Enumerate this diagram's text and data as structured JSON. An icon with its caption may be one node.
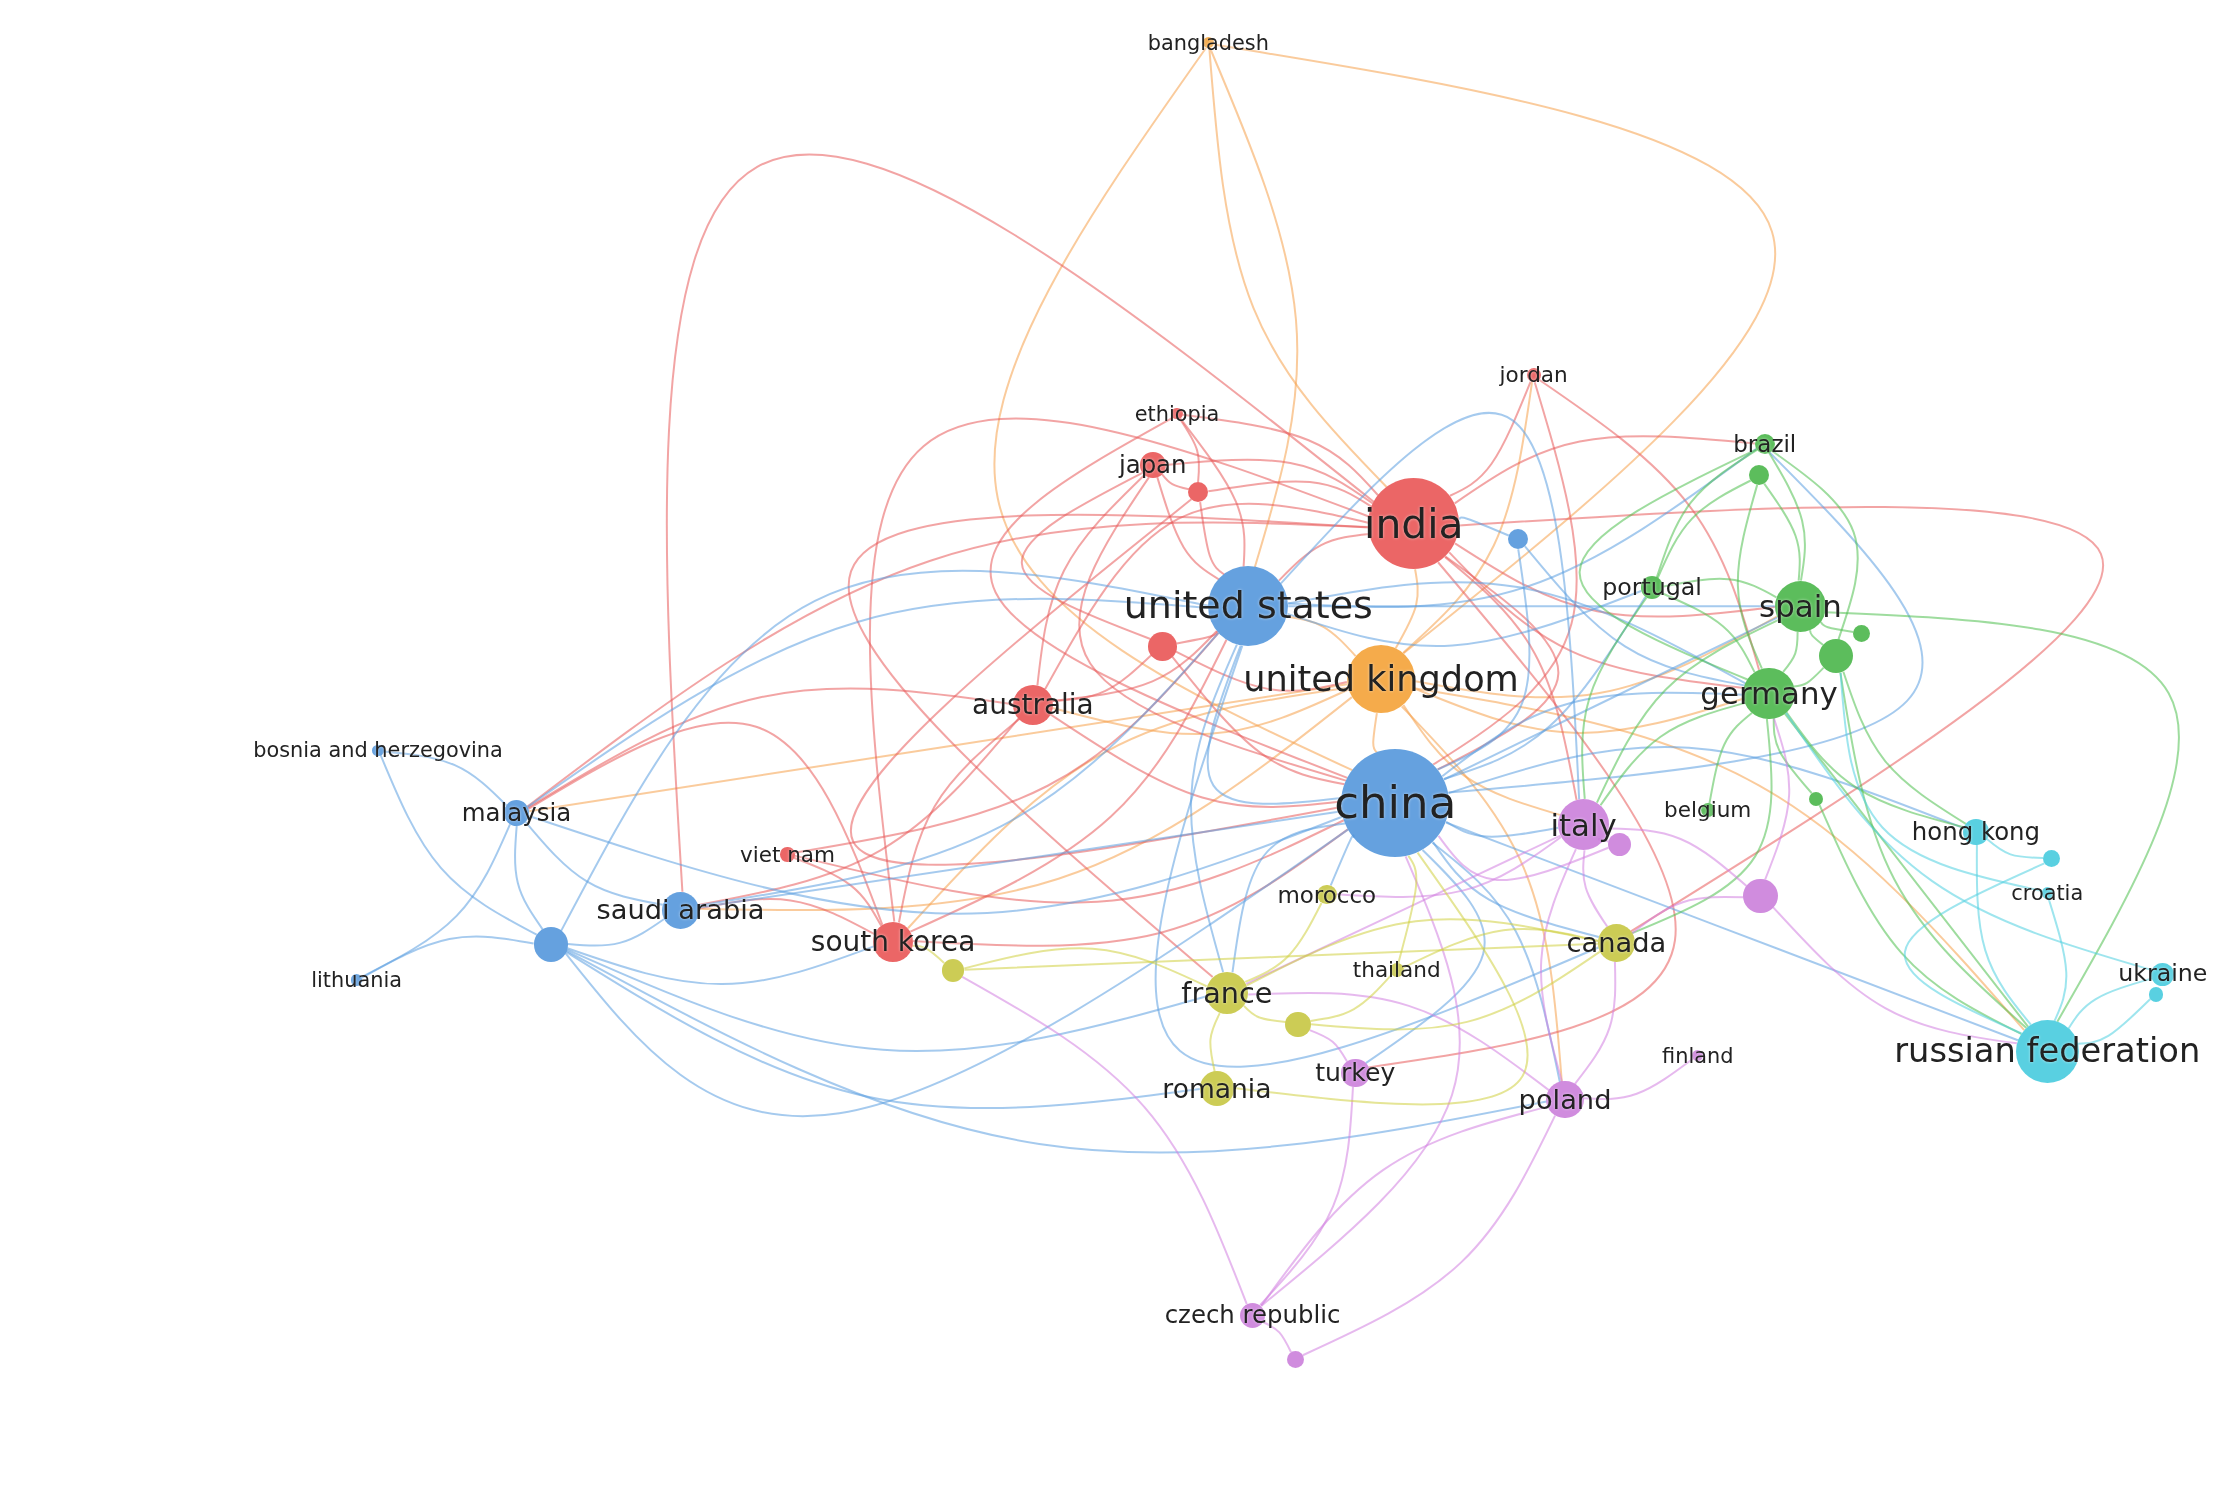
{
  "diagram": {
    "nodes": [
      {
        "text": [
          "bangladesh"
        ]
      },
      {
        "text": [
          "jordan"
        ]
      },
      {
        "text": [
          "ethiopia"
        ]
      },
      {
        "text": [
          "brazil"
        ]
      },
      {
        "text": [
          "japan"
        ]
      },
      {
        "text": [],
        "shape": "circle"
      },
      {
        "text": [],
        "shape": "circle"
      },
      {
        "text": [
          "india"
        ]
      },
      {
        "text": [],
        "shape": "circle"
      },
      {
        "text": [
          "united states"
        ]
      },
      {
        "text": [
          "portugal"
        ]
      },
      {
        "text": [
          "spain"
        ]
      },
      {
        "text": [],
        "shape": "circle"
      },
      {
        "text": [],
        "shape": "circle"
      },
      {
        "text": [],
        "shape": "circle"
      },
      {
        "text": [
          "united kingdom"
        ]
      },
      {
        "text": [
          "australia"
        ]
      },
      {
        "text": [
          "germany"
        ]
      },
      {
        "text": [
          "bosnia and herzegovina"
        ]
      },
      {
        "text": [
          "china"
        ]
      },
      {
        "text": [],
        "shape": "circle"
      },
      {
        "text": [
          "italy"
        ]
      },
      {
        "text": [],
        "shape": "circle"
      },
      {
        "text": [
          "belgium"
        ]
      },
      {
        "text": [
          "malaysia"
        ]
      },
      {
        "text": [
          "hong kong"
        ]
      },
      {
        "text": [
          "viet nam"
        ]
      },
      {
        "text": [],
        "shape": "circle"
      },
      {
        "text": [],
        "shape": "circle"
      },
      {
        "text": [
          "morocco"
        ]
      },
      {
        "text": [
          "croatia"
        ]
      },
      {
        "text": [
          "saudi arabia"
        ]
      },
      {
        "text": [
          "south korea"
        ]
      },
      {
        "text": [
          "canada"
        ]
      },
      {
        "text": [],
        "shape": "circle"
      },
      {
        "text": [
          "lithuania"
        ]
      },
      {
        "text": [],
        "shape": "circle"
      },
      {
        "text": [
          "ukraine"
        ]
      },
      {
        "text": [],
        "shape": "circle"
      },
      {
        "text": [
          "thailand"
        ]
      },
      {
        "text": [
          "france"
        ]
      },
      {
        "text": [],
        "shape": "circle"
      },
      {
        "text": [
          "russian federation"
        ]
      },
      {
        "text": [
          "finland"
        ]
      },
      {
        "text": [
          "turkey"
        ]
      },
      {
        "text": [
          "romania"
        ]
      },
      {
        "text": [
          "poland"
        ]
      },
      {
        "text": [
          "czech republic"
        ]
      },
      {
        "text": [],
        "shape": "circle"
      }
    ],
    "edges": [
      {
        "from": 0,
        "to": 7,
        "arrow": "none",
        "color": "#f5a04a"
      },
      {
        "from": 0,
        "to": 9,
        "arrow": "none",
        "color": "#f5a04a"
      },
      {
        "from": 0,
        "to": 15,
        "arrow": "none",
        "color": "#f5a04a"
      },
      {
        "from": 0,
        "to": 19,
        "arrow": "none",
        "color": "#f5a04a"
      },
      {
        "from": 15,
        "to": 19,
        "arrow": "none",
        "color": "#f5a04a"
      },
      {
        "from": 15,
        "to": 9,
        "arrow": "none",
        "color": "#f5a04a"
      },
      {
        "from": 15,
        "to": 7,
        "arrow": "none",
        "color": "#f5a04a"
      },
      {
        "from": 15,
        "to": 17,
        "arrow": "none",
        "color": "#f5a04a"
      },
      {
        "from": 15,
        "to": 11,
        "arrow": "none",
        "color": "#f5a04a"
      },
      {
        "from": 15,
        "to": 16,
        "arrow": "none",
        "color": "#f5a04a"
      },
      {
        "from": 15,
        "to": 32,
        "arrow": "none",
        "color": "#f5a04a"
      },
      {
        "from": 15,
        "to": 31,
        "arrow": "none",
        "color": "#f5a04a"
      },
      {
        "from": 15,
        "to": 24,
        "arrow": "none",
        "color": "#f5a04a"
      },
      {
        "from": 15,
        "to": 21,
        "arrow": "none",
        "color": "#f5a04a"
      },
      {
        "from": 15,
        "to": 42,
        "arrow": "none",
        "color": "#f5a04a"
      },
      {
        "from": 15,
        "to": 1,
        "arrow": "none",
        "color": "#f5a04a"
      },
      {
        "from": 15,
        "to": 46,
        "arrow": "none",
        "color": "#f5a04a"
      },
      {
        "from": 7,
        "to": 9,
        "arrow": "none",
        "color": "#e85a5a"
      },
      {
        "from": 7,
        "to": 19,
        "arrow": "none",
        "color": "#e85a5a"
      },
      {
        "from": 7,
        "to": 16,
        "arrow": "none",
        "color": "#e85a5a"
      },
      {
        "from": 7,
        "to": 4,
        "arrow": "none",
        "color": "#e85a5a"
      },
      {
        "from": 7,
        "to": 2,
        "arrow": "none",
        "color": "#e85a5a"
      },
      {
        "from": 7,
        "to": 1,
        "arrow": "none",
        "color": "#e85a5a"
      },
      {
        "from": 7,
        "to": 32,
        "arrow": "none",
        "color": "#e85a5a"
      },
      {
        "from": 7,
        "to": 31,
        "arrow": "none",
        "color": "#e85a5a"
      },
      {
        "from": 7,
        "to": 24,
        "arrow": "none",
        "color": "#e85a5a"
      },
      {
        "from": 7,
        "to": 17,
        "arrow": "none",
        "color": "#e85a5a"
      },
      {
        "from": 7,
        "to": 11,
        "arrow": "none",
        "color": "#e85a5a"
      },
      {
        "from": 7,
        "to": 3,
        "arrow": "none",
        "color": "#e85a5a"
      },
      {
        "from": 7,
        "to": 21,
        "arrow": "none",
        "color": "#e85a5a"
      },
      {
        "from": 7,
        "to": 40,
        "arrow": "none",
        "color": "#e85a5a"
      },
      {
        "from": 7,
        "to": 33,
        "arrow": "none",
        "color": "#e85a5a"
      },
      {
        "from": 7,
        "to": 44,
        "arrow": "none",
        "color": "#e85a5a"
      },
      {
        "from": 14,
        "to": 15,
        "arrow": "none",
        "color": "#e85a5a"
      },
      {
        "from": 7,
        "to": 5,
        "arrow": "none",
        "color": "#e85a5a"
      },
      {
        "from": 4,
        "to": 9,
        "arrow": "none",
        "color": "#e85a5a"
      },
      {
        "from": 4,
        "to": 16,
        "arrow": "none",
        "color": "#e85a5a"
      },
      {
        "from": 4,
        "to": 19,
        "arrow": "none",
        "color": "#e85a5a"
      },
      {
        "from": 4,
        "to": 5,
        "arrow": "none",
        "color": "#e85a5a"
      },
      {
        "from": 4,
        "to": 14,
        "arrow": "none",
        "color": "#e85a5a"
      },
      {
        "from": 5,
        "to": 9,
        "arrow": "none",
        "color": "#e85a5a"
      },
      {
        "from": 5,
        "to": 19,
        "arrow": "none",
        "color": "#e85a5a"
      },
      {
        "from": 2,
        "to": 9,
        "arrow": "none",
        "color": "#e85a5a"
      },
      {
        "from": 2,
        "to": 19,
        "arrow": "none",
        "color": "#e85a5a"
      },
      {
        "from": 2,
        "to": 5,
        "arrow": "none",
        "color": "#e85a5a"
      },
      {
        "from": 1,
        "to": 19,
        "arrow": "none",
        "color": "#e85a5a"
      },
      {
        "from": 1,
        "to": 17,
        "arrow": "none",
        "color": "#e85a5a"
      },
      {
        "from": 16,
        "to": 9,
        "arrow": "none",
        "color": "#e85a5a"
      },
      {
        "from": 16,
        "to": 19,
        "arrow": "none",
        "color": "#e85a5a"
      },
      {
        "from": 16,
        "to": 14,
        "arrow": "none",
        "color": "#e85a5a"
      },
      {
        "from": 16,
        "to": 32,
        "arrow": "none",
        "color": "#e85a5a"
      },
      {
        "from": 16,
        "to": 31,
        "arrow": "none",
        "color": "#e85a5a"
      },
      {
        "from": 16,
        "to": 24,
        "arrow": "none",
        "color": "#e85a5a"
      },
      {
        "from": 14,
        "to": 9,
        "arrow": "none",
        "color": "#e85a5a"
      },
      {
        "from": 14,
        "to": 19,
        "arrow": "none",
        "color": "#e85a5a"
      },
      {
        "from": 32,
        "to": 19,
        "arrow": "none",
        "color": "#e85a5a"
      },
      {
        "from": 32,
        "to": 9,
        "arrow": "none",
        "color": "#e85a5a"
      },
      {
        "from": 32,
        "to": 31,
        "arrow": "none",
        "color": "#e85a5a"
      },
      {
        "from": 32,
        "to": 26,
        "arrow": "none",
        "color": "#e85a5a"
      },
      {
        "from": 32,
        "to": 24,
        "arrow": "none",
        "color": "#e85a5a"
      },
      {
        "from": 26,
        "to": 19,
        "arrow": "none",
        "color": "#e85a5a"
      },
      {
        "from": 26,
        "to": 9,
        "arrow": "none",
        "color": "#e85a5a"
      },
      {
        "from": 9,
        "to": 19,
        "arrow": "none",
        "color": "#5b9ee0"
      },
      {
        "from": 9,
        "to": 24,
        "arrow": "none",
        "color": "#5b9ee0"
      },
      {
        "from": 9,
        "to": 31,
        "arrow": "none",
        "color": "#5b9ee0"
      },
      {
        "from": 9,
        "to": 34,
        "arrow": "none",
        "color": "#5b9ee0"
      },
      {
        "from": 9,
        "to": 17,
        "arrow": "none",
        "color": "#5b9ee0"
      },
      {
        "from": 9,
        "to": 11,
        "arrow": "none",
        "color": "#5b9ee0"
      },
      {
        "from": 9,
        "to": 21,
        "arrow": "none",
        "color": "#5b9ee0"
      },
      {
        "from": 9,
        "to": 33,
        "arrow": "none",
        "color": "#5b9ee0"
      },
      {
        "from": 9,
        "to": 40,
        "arrow": "none",
        "color": "#5b9ee0"
      },
      {
        "from": 9,
        "to": 3,
        "arrow": "none",
        "color": "#5b9ee0"
      },
      {
        "from": 9,
        "to": 10,
        "arrow": "none",
        "color": "#5b9ee0"
      },
      {
        "from": 19,
        "to": 24,
        "arrow": "none",
        "color": "#5b9ee0"
      },
      {
        "from": 19,
        "to": 31,
        "arrow": "none",
        "color": "#5b9ee0"
      },
      {
        "from": 19,
        "to": 34,
        "arrow": "none",
        "color": "#5b9ee0"
      },
      {
        "from": 19,
        "to": 17,
        "arrow": "none",
        "color": "#5b9ee0"
      },
      {
        "from": 19,
        "to": 11,
        "arrow": "none",
        "color": "#5b9ee0"
      },
      {
        "from": 19,
        "to": 21,
        "arrow": "none",
        "color": "#5b9ee0"
      },
      {
        "from": 19,
        "to": 33,
        "arrow": "none",
        "color": "#5b9ee0"
      },
      {
        "from": 19,
        "to": 40,
        "arrow": "none",
        "color": "#5b9ee0"
      },
      {
        "from": 19,
        "to": 42,
        "arrow": "none",
        "color": "#5b9ee0"
      },
      {
        "from": 19,
        "to": 25,
        "arrow": "none",
        "color": "#5b9ee0"
      },
      {
        "from": 19,
        "to": 3,
        "arrow": "none",
        "color": "#5b9ee0"
      },
      {
        "from": 19,
        "to": 10,
        "arrow": "none",
        "color": "#5b9ee0"
      },
      {
        "from": 19,
        "to": 29,
        "arrow": "none",
        "color": "#5b9ee0"
      },
      {
        "from": 19,
        "to": 46,
        "arrow": "none",
        "color": "#5b9ee0"
      },
      {
        "from": 19,
        "to": 44,
        "arrow": "none",
        "color": "#5b9ee0"
      },
      {
        "from": 8,
        "to": 7,
        "arrow": "none",
        "color": "#5b9ee0"
      },
      {
        "from": 8,
        "to": 19,
        "arrow": "none",
        "color": "#5b9ee0"
      },
      {
        "from": 8,
        "to": 17,
        "arrow": "none",
        "color": "#5b9ee0"
      },
      {
        "from": 24,
        "to": 18,
        "arrow": "none",
        "color": "#5b9ee0"
      },
      {
        "from": 24,
        "to": 31,
        "arrow": "none",
        "color": "#5b9ee0"
      },
      {
        "from": 24,
        "to": 34,
        "arrow": "none",
        "color": "#5b9ee0"
      },
      {
        "from": 34,
        "to": 35,
        "arrow": "none",
        "color": "#5b9ee0"
      },
      {
        "from": 34,
        "to": 31,
        "arrow": "none",
        "color": "#5b9ee0"
      },
      {
        "from": 34,
        "to": 18,
        "arrow": "none",
        "color": "#5b9ee0"
      },
      {
        "from": 34,
        "to": 40,
        "arrow": "none",
        "color": "#5b9ee0"
      },
      {
        "from": 34,
        "to": 32,
        "arrow": "none",
        "color": "#5b9ee0"
      },
      {
        "from": 34,
        "to": 45,
        "arrow": "none",
        "color": "#5b9ee0"
      },
      {
        "from": 34,
        "to": 46,
        "arrow": "none",
        "color": "#5b9ee0"
      },
      {
        "from": 35,
        "to": 24,
        "arrow": "none",
        "color": "#5b9ee0"
      },
      {
        "from": 17,
        "to": 11,
        "arrow": "none",
        "color": "#4fbf4f"
      },
      {
        "from": 17,
        "to": 13,
        "arrow": "none",
        "color": "#4fbf4f"
      },
      {
        "from": 17,
        "to": 3,
        "arrow": "none",
        "color": "#4fbf4f"
      },
      {
        "from": 17,
        "to": 6,
        "arrow": "none",
        "color": "#4fbf4f"
      },
      {
        "from": 17,
        "to": 10,
        "arrow": "none",
        "color": "#4fbf4f"
      },
      {
        "from": 17,
        "to": 21,
        "arrow": "none",
        "color": "#4fbf4f"
      },
      {
        "from": 17,
        "to": 25,
        "arrow": "none",
        "color": "#4fbf4f"
      },
      {
        "from": 17,
        "to": 42,
        "arrow": "none",
        "color": "#4fbf4f"
      },
      {
        "from": 17,
        "to": 23,
        "arrow": "none",
        "color": "#4fbf4f"
      },
      {
        "from": 17,
        "to": 20,
        "arrow": "none",
        "color": "#4fbf4f"
      },
      {
        "from": 17,
        "to": 33,
        "arrow": "none",
        "color": "#4fbf4f"
      },
      {
        "from": 11,
        "to": 13,
        "arrow": "none",
        "color": "#4fbf4f"
      },
      {
        "from": 11,
        "to": 12,
        "arrow": "none",
        "color": "#4fbf4f"
      },
      {
        "from": 11,
        "to": 3,
        "arrow": "none",
        "color": "#4fbf4f"
      },
      {
        "from": 11,
        "to": 6,
        "arrow": "none",
        "color": "#4fbf4f"
      },
      {
        "from": 11,
        "to": 10,
        "arrow": "none",
        "color": "#4fbf4f"
      },
      {
        "from": 11,
        "to": 21,
        "arrow": "none",
        "color": "#4fbf4f"
      },
      {
        "from": 11,
        "to": 42,
        "arrow": "none",
        "color": "#4fbf4f"
      },
      {
        "from": 13,
        "to": 25,
        "arrow": "none",
        "color": "#4fbf4f"
      },
      {
        "from": 13,
        "to": 42,
        "arrow": "none",
        "color": "#4fbf4f"
      },
      {
        "from": 13,
        "to": 3,
        "arrow": "none",
        "color": "#4fbf4f"
      },
      {
        "from": 3,
        "to": 10,
        "arrow": "none",
        "color": "#4fbf4f"
      },
      {
        "from": 6,
        "to": 10,
        "arrow": "none",
        "color": "#4fbf4f"
      },
      {
        "from": 20,
        "to": 42,
        "arrow": "none",
        "color": "#4fbf4f"
      },
      {
        "from": 10,
        "to": 21,
        "arrow": "none",
        "color": "#4fbf4f"
      },
      {
        "from": 21,
        "to": 33,
        "arrow": "none",
        "color": "#d27fe0"
      },
      {
        "from": 21,
        "to": 22,
        "arrow": "none",
        "color": "#d27fe0"
      },
      {
        "from": 21,
        "to": 28,
        "arrow": "none",
        "color": "#d27fe0"
      },
      {
        "from": 21,
        "to": 46,
        "arrow": "none",
        "color": "#d27fe0"
      },
      {
        "from": 21,
        "to": 40,
        "arrow": "none",
        "color": "#d27fe0"
      },
      {
        "from": 21,
        "to": 29,
        "arrow": "none",
        "color": "#d27fe0"
      },
      {
        "from": 28,
        "to": 42,
        "arrow": "none",
        "color": "#d27fe0"
      },
      {
        "from": 28,
        "to": 17,
        "arrow": "none",
        "color": "#d27fe0"
      },
      {
        "from": 28,
        "to": 33,
        "arrow": "none",
        "color": "#d27fe0"
      },
      {
        "from": 46,
        "to": 33,
        "arrow": "none",
        "color": "#d27fe0"
      },
      {
        "from": 46,
        "to": 43,
        "arrow": "none",
        "color": "#d27fe0"
      },
      {
        "from": 46,
        "to": 47,
        "arrow": "none",
        "color": "#d27fe0"
      },
      {
        "from": 46,
        "to": 40,
        "arrow": "none",
        "color": "#d27fe0"
      },
      {
        "from": 47,
        "to": 44,
        "arrow": "none",
        "color": "#d27fe0"
      },
      {
        "from": 47,
        "to": 36,
        "arrow": "none",
        "color": "#d27fe0"
      },
      {
        "from": 47,
        "to": 19,
        "arrow": "none",
        "color": "#d27fe0"
      },
      {
        "from": 48,
        "to": 47,
        "arrow": "none",
        "color": "#d27fe0"
      },
      {
        "from": 48,
        "to": 46,
        "arrow": "none",
        "color": "#d27fe0"
      },
      {
        "from": 44,
        "to": 41,
        "arrow": "none",
        "color": "#d27fe0"
      },
      {
        "from": 22,
        "to": 19,
        "arrow": "none",
        "color": "#d27fe0"
      },
      {
        "from": 33,
        "to": 40,
        "arrow": "none",
        "color": "#cfd040"
      },
      {
        "from": 33,
        "to": 41,
        "arrow": "none",
        "color": "#cfd040"
      },
      {
        "from": 33,
        "to": 39,
        "arrow": "none",
        "color": "#cfd040"
      },
      {
        "from": 40,
        "to": 36,
        "arrow": "none",
        "color": "#cfd040"
      },
      {
        "from": 40,
        "to": 41,
        "arrow": "none",
        "color": "#cfd040"
      },
      {
        "from": 40,
        "to": 45,
        "arrow": "none",
        "color": "#cfd040"
      },
      {
        "from": 40,
        "to": 29,
        "arrow": "none",
        "color": "#cfd040"
      },
      {
        "from": 41,
        "to": 39,
        "arrow": "none",
        "color": "#cfd040"
      },
      {
        "from": 36,
        "to": 32,
        "arrow": "none",
        "color": "#cfd040"
      },
      {
        "from": 36,
        "to": 33,
        "arrow": "none",
        "color": "#cfd040"
      },
      {
        "from": 45,
        "to": 19,
        "arrow": "none",
        "color": "#cfd040"
      },
      {
        "from": 39,
        "to": 19,
        "arrow": "none",
        "color": "#cfd040"
      },
      {
        "from": 42,
        "to": 25,
        "arrow": "none",
        "color": "#4fd0e0"
      },
      {
        "from": 42,
        "to": 27,
        "arrow": "none",
        "color": "#4fd0e0"
      },
      {
        "from": 42,
        "to": 30,
        "arrow": "none",
        "color": "#4fd0e0"
      },
      {
        "from": 42,
        "to": 37,
        "arrow": "none",
        "color": "#4fd0e0"
      },
      {
        "from": 42,
        "to": 38,
        "arrow": "none",
        "color": "#4fd0e0"
      },
      {
        "from": 25,
        "to": 27,
        "arrow": "none",
        "color": "#4fd0e0"
      },
      {
        "from": 37,
        "to": 17,
        "arrow": "none",
        "color": "#4fd0e0"
      },
      {
        "from": 30,
        "to": 13,
        "arrow": "none",
        "color": "#4fd0e0"
      }
    ]
  }
}
